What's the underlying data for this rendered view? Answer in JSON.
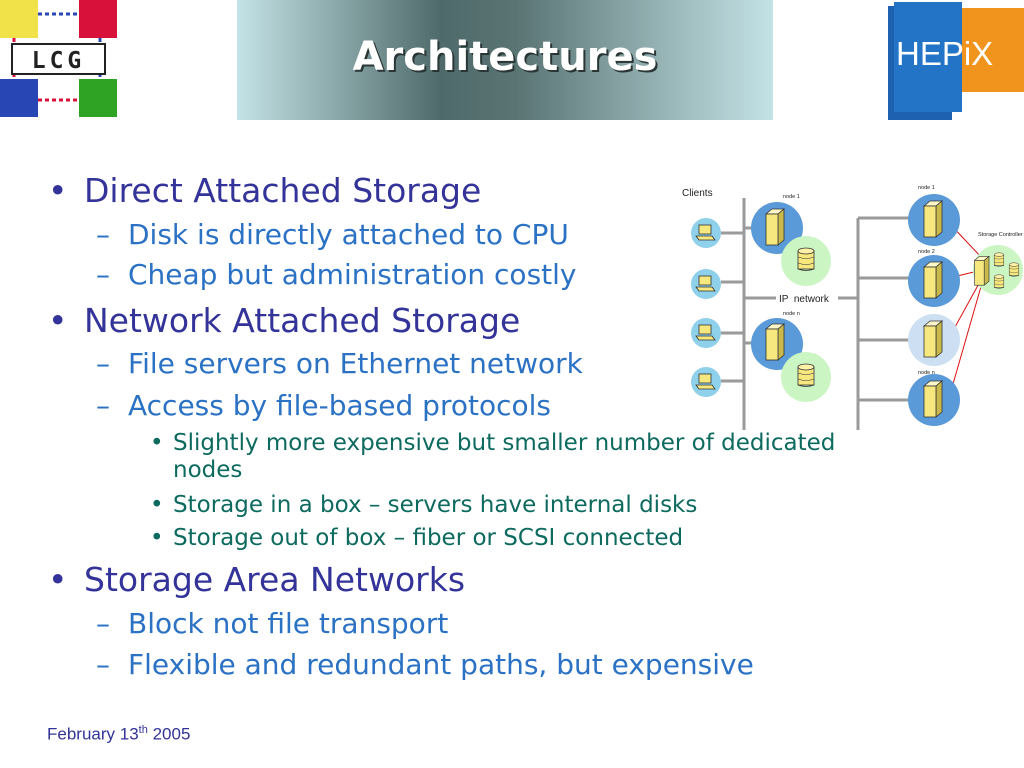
{
  "header": {
    "title": "Architectures",
    "lcg_logo_text": "LCG",
    "hepix_logo_text": "HEPiX"
  },
  "content": {
    "bullets": [
      {
        "level": 1,
        "text": "Direct Attached Storage"
      },
      {
        "level": 2,
        "text": "Disk is directly attached to CPU"
      },
      {
        "level": 2,
        "text": "Cheap but administration costly"
      },
      {
        "level": 1,
        "text": "Network Attached Storage"
      },
      {
        "level": 2,
        "text": "File servers on Ethernet network"
      },
      {
        "level": 2,
        "text": "Access by file-based protocols"
      },
      {
        "level": 3,
        "text": "Slightly more expensive but smaller number of dedicated"
      },
      {
        "level": 3,
        "text": "nodes"
      },
      {
        "level": 3,
        "text": "Storage in a box – servers have internal disks"
      },
      {
        "level": 3,
        "text": "Storage out of box – fiber or SCSI connected"
      },
      {
        "level": 1,
        "text": "Storage Area Networks"
      },
      {
        "level": 2,
        "text": "Block not file transport"
      },
      {
        "level": 2,
        "text": "Flexible and redundant paths, but expensive"
      }
    ],
    "markers": {
      "level1": "•",
      "level2": "–",
      "level3": "•"
    }
  },
  "diagram": {
    "clients_label": "Clients",
    "network_label": "IP  network",
    "storage_controller_label": "Storage Controller",
    "left_node_labels": [
      "node 1",
      "node n"
    ],
    "right_node_labels": [
      "node 1",
      "node 2",
      "node n"
    ]
  },
  "footer": {
    "date_main": "February 13",
    "date_suffix": "th",
    "date_year": " 2005"
  },
  "colors": {
    "title_text": "#ffffff",
    "level1": "#333399",
    "level2": "#2b72c4",
    "level3": "#0d6a5e",
    "footer": "#333399"
  }
}
